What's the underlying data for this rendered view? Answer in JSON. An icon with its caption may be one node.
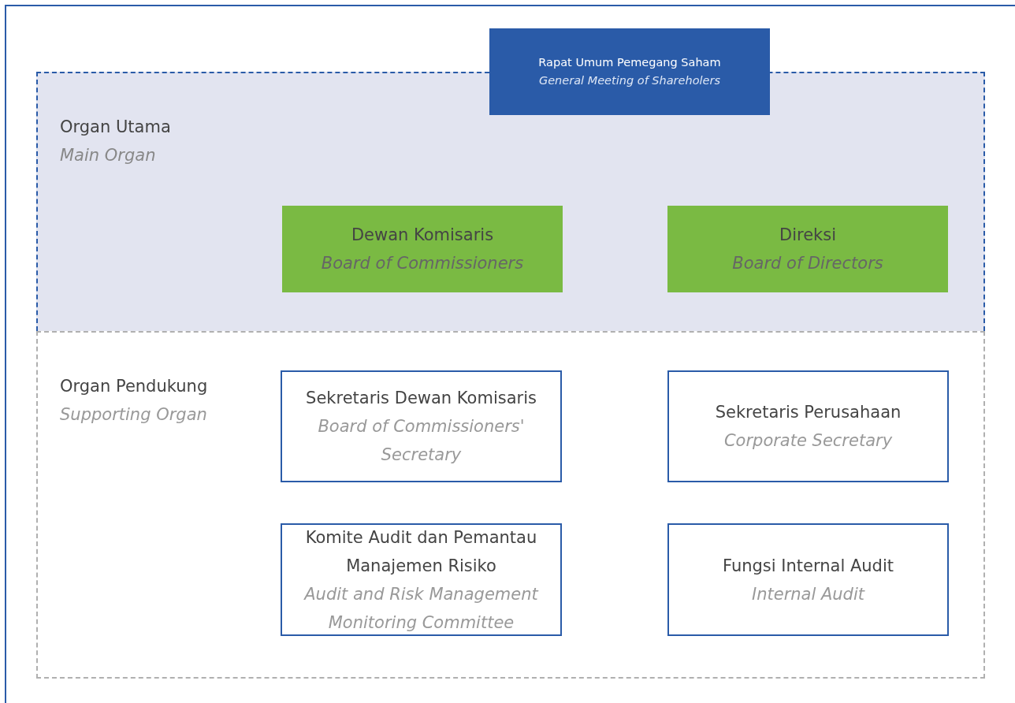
{
  "diagram": {
    "nodes": [
      {
        "text": [
          "Organ Utama",
          "Main Organ"
        ]
      },
      {
        "text": [
          "Rapat Umum Pemegang Saham",
          "General Meeting of Shareholers"
        ]
      },
      {
        "text": [
          "Dewan Komisaris",
          "Board of Commissioners"
        ],
        "in": 0
      },
      {
        "text": [
          "Direksi",
          "Board of Directors"
        ],
        "in": 0
      },
      {
        "text": [
          "Organ Pendukung",
          "Supporting Organ"
        ]
      },
      {
        "text": [
          "Sekretaris Dewan Komisaris",
          "Board of Commissioners' Secretary"
        ],
        "in": 4
      },
      {
        "text": [
          "Sekretaris Perusahaan",
          "Corporate Secretary"
        ],
        "in": 4
      },
      {
        "text": [
          "Komite Audit dan Pemantau Manajemen Risiko",
          "Audit and Risk Management Monitoring Committee"
        ],
        "in": 4
      },
      {
        "text": [
          "Fungsi Internal Audit",
          "Internal Audit"
        ],
        "in": 4
      }
    ],
    "edges": []
  }
}
